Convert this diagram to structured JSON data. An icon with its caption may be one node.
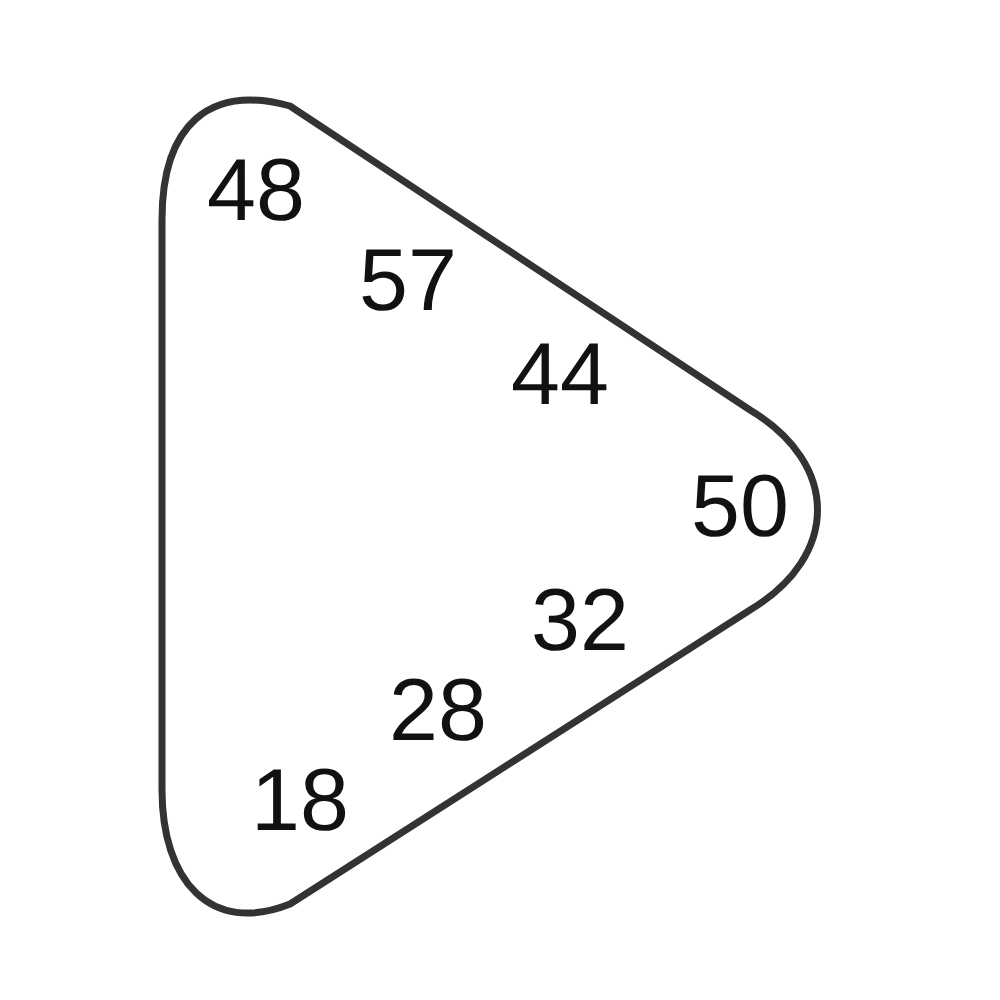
{
  "diagram": {
    "nodes": [
      {
        "text": [
          "48",
          "57",
          "44",
          "50",
          "32",
          "28",
          "18"
        ]
      }
    ]
  }
}
